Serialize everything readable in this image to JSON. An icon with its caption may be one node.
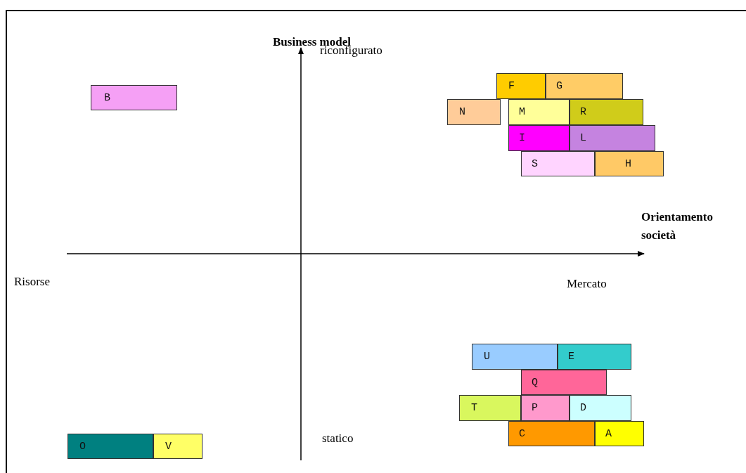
{
  "diagram": {
    "nodes": [
      {
        "text": [
          "B"
        ]
      },
      {
        "text": [
          "F"
        ]
      },
      {
        "text": [
          "G"
        ]
      },
      {
        "text": [
          "N"
        ]
      },
      {
        "text": [
          "M"
        ]
      },
      {
        "text": [
          "R"
        ]
      },
      {
        "text": [
          "I"
        ]
      },
      {
        "text": [
          "L"
        ]
      },
      {
        "text": [
          "S"
        ]
      },
      {
        "text": [
          "H"
        ]
      },
      {
        "text": [
          "U"
        ]
      },
      {
        "text": [
          "E"
        ]
      },
      {
        "text": [
          "Q"
        ]
      },
      {
        "text": [
          "T"
        ]
      },
      {
        "text": [
          "P"
        ]
      },
      {
        "text": [
          "D"
        ]
      },
      {
        "text": [
          "C"
        ]
      },
      {
        "text": [
          "A"
        ]
      },
      {
        "text": [
          "O"
        ]
      },
      {
        "text": [
          "V"
        ]
      }
    ],
    "labels": [
      "Business model",
      "riconfigurato",
      "Orientamento società",
      "Risorse",
      "Mercato",
      "statico"
    ]
  }
}
